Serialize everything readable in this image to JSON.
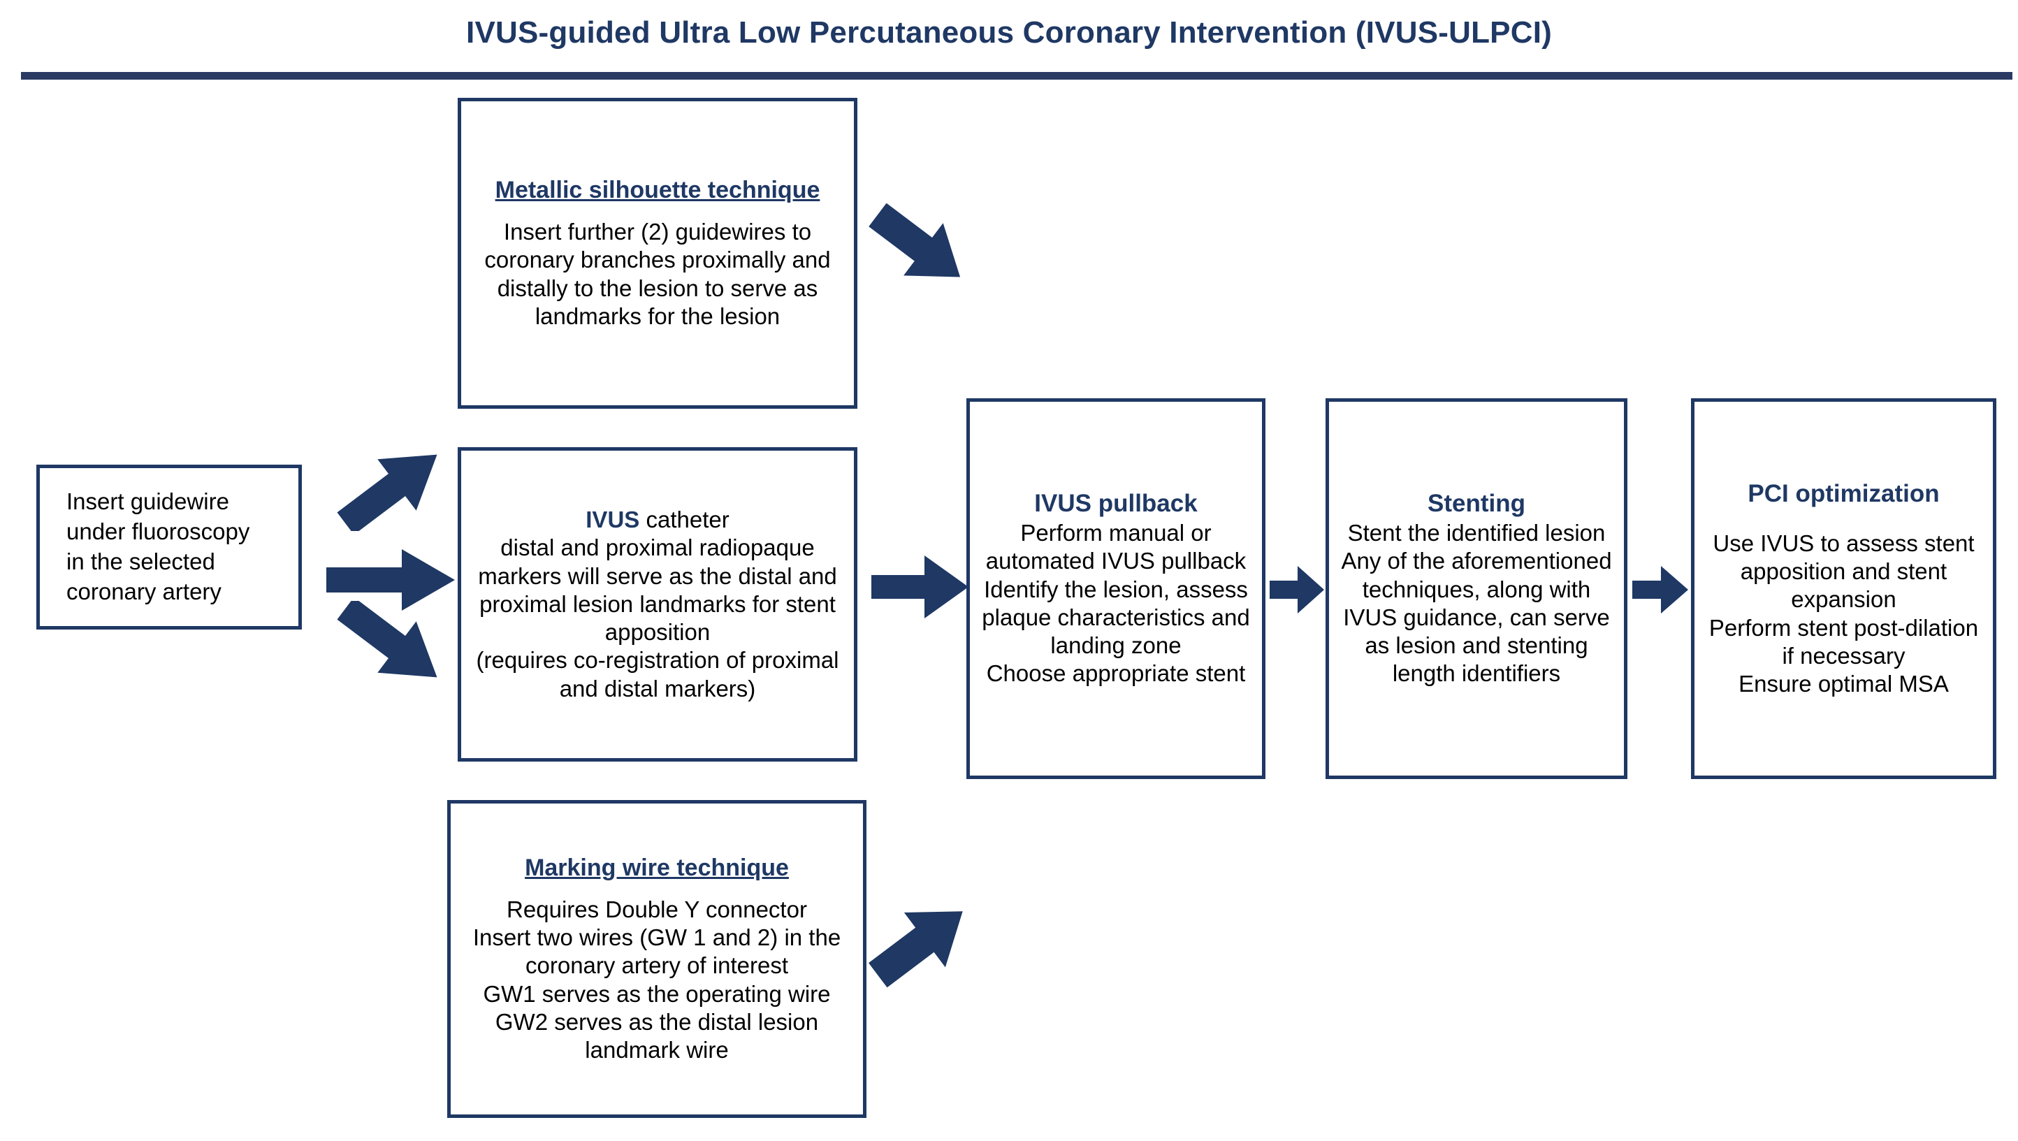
{
  "title": "IVUS-guided Ultra Low Percutaneous Coronary Intervention (IVUS-ULPCI)",
  "colors": {
    "accent_navy": "#1F3864",
    "rule_navy": "#2A3A63",
    "arrow_navy": "#1F3864",
    "box_border": "#1F3864",
    "box_fill": "#FFFFFF",
    "text_black": "#000000"
  },
  "boxes": {
    "start": {
      "name": "Insert guidewire",
      "body": "Insert guidewire\nunder fluoroscopy\nin the selected\ncoronary artery"
    },
    "metallic_silhouette": {
      "heading": "Metallic silhouette technique",
      "body": "Insert further (2) guidewires to coronary branches proximally and distally to the lesion to serve as landmarks for the lesion"
    },
    "ivus_catheter": {
      "heading_bold": "IVUS",
      "heading_rest": " catheter",
      "body": "distal and proximal radiopaque markers will serve as the distal and proximal lesion landmarks for stent apposition\n(requires co-registration of proximal and distal markers)"
    },
    "marking_wire": {
      "heading": "Marking  wire technique",
      "body": "Requires Double Y connector\nInsert two wires (GW 1 and 2) in the coronary artery of interest\nGW1 serves as the operating wire\nGW2 serves as the distal lesion landmark wire"
    },
    "ivus_pullback": {
      "heading": "IVUS pullback",
      "body": "Perform manual or automated IVUS pullback\nIdentify the lesion, assess plaque characteristics and landing zone\nChoose appropriate stent"
    },
    "stenting": {
      "heading": "Stenting",
      "body": "Stent the identified lesion\nAny of the aforementioned techniques, along with IVUS guidance, can serve as lesion and stenting length identifiers"
    },
    "pci_optimization": {
      "heading": "PCI optimization",
      "body": "Use IVUS to assess stent apposition and stent expansion\nPerform stent post-dilation if necessary\nEnsure optimal MSA"
    }
  },
  "arrows": [
    {
      "name": "start-to-metallic",
      "direction": "up-right"
    },
    {
      "name": "start-to-ivus-catheter",
      "direction": "right"
    },
    {
      "name": "start-to-marking-wire",
      "direction": "down-right"
    },
    {
      "name": "metallic-to-pullback",
      "direction": "down-right"
    },
    {
      "name": "ivus-catheter-to-pullback",
      "direction": "right"
    },
    {
      "name": "marking-wire-to-pullback",
      "direction": "up-right"
    },
    {
      "name": "pullback-to-stenting",
      "direction": "right"
    },
    {
      "name": "stenting-to-pci",
      "direction": "right"
    }
  ]
}
